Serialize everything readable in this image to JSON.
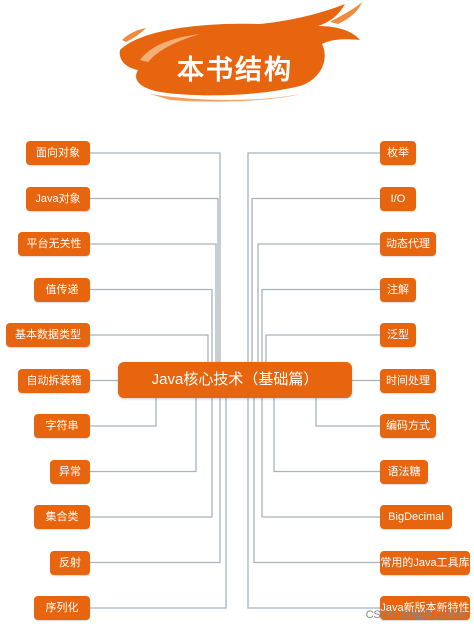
{
  "title": "本书结构",
  "center": "Java核心技术（基础篇）",
  "left_nodes": [
    "面向对象",
    "Java对象",
    "平台无关性",
    "值传递",
    "基本数据类型",
    "自动拆装箱",
    "字符串",
    "异常",
    "集合类",
    "反射",
    "序列化"
  ],
  "right_nodes": [
    "枚举",
    "I/O",
    "动态代理",
    "注解",
    "泛型",
    "时间处理",
    "编码方式",
    "语法糖",
    "BigDecimal",
    "常用的Java工具库",
    "Java新版本新特性"
  ],
  "watermark": "CSDN @程序员洲洲",
  "colors": {
    "node": "#e8650f",
    "line": "#a7b3bd",
    "banner": "#e8650f"
  }
}
